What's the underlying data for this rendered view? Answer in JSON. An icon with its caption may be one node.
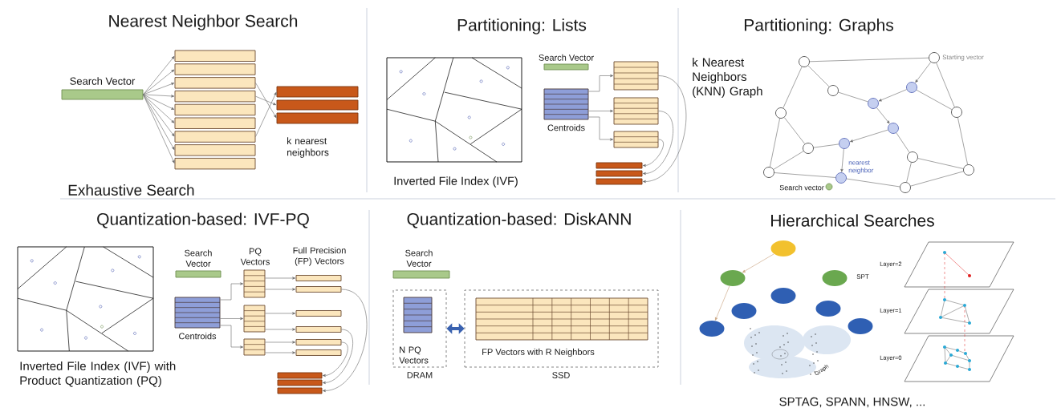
{
  "diagram": {
    "nodes": [
      {
        "text": [
          "Search Vector"
        ]
      },
      {
        "text": [],
        "shape": "bar"
      },
      {
        "text": [],
        "shape": "bar"
      },
      {
        "text": [],
        "shape": "bar"
      },
      {
        "text": [],
        "shape": "bar"
      },
      {
        "text": [],
        "shape": "bar"
      },
      {
        "text": [],
        "shape": "bar"
      },
      {
        "text": [],
        "shape": "bar"
      },
      {
        "text": [],
        "shape": "bar"
      },
      {
        "text": [],
        "shape": "bar"
      },
      {
        "text": [],
        "shape": "bar"
      },
      {
        "text": [],
        "shape": "bar"
      },
      {
        "text": [],
        "shape": "bar",
        "beside": [
          "k nearest neighbors"
        ]
      },
      {
        "text": [
          "Search Vector"
        ]
      },
      {
        "text": [
          "Centroids"
        ]
      },
      {
        "text": [],
        "shape": "box"
      },
      {
        "text": [],
        "shape": "box"
      },
      {
        "text": [],
        "shape": "box"
      },
      {
        "text": [],
        "shape": "bar"
      },
      {
        "text": [],
        "shape": "bar"
      },
      {
        "text": [],
        "shape": "bar"
      },
      {
        "text": [],
        "shape": "circle"
      },
      {
        "text": [],
        "shape": "circle",
        "beside": [
          "Starting vector"
        ]
      },
      {
        "text": [],
        "shape": "circle"
      },
      {
        "text": [],
        "shape": "circle"
      },
      {
        "text": [],
        "shape": "circle"
      },
      {
        "text": [],
        "shape": "circle"
      },
      {
        "text": [],
        "shape": "circle"
      },
      {
        "text": [],
        "shape": "circle"
      },
      {
        "text": [],
        "shape": "circle"
      },
      {
        "text": [],
        "shape": "circle"
      },
      {
        "text": [],
        "shape": "circle"
      },
      {
        "text": [],
        "shape": "circle"
      },
      {
        "text": [],
        "shape": "circle"
      },
      {
        "text": [],
        "shape": "circle",
        "beside": [
          "nearest neighbor"
        ]
      },
      {
        "text": [],
        "shape": "circle"
      },
      {
        "text": [
          "Search vector"
        ]
      },
      {
        "text": [
          "Search Vector"
        ]
      },
      {
        "text": [
          "Centroids"
        ]
      },
      {
        "text": [],
        "shape": "box"
      },
      {
        "text": [],
        "shape": "box"
      },
      {
        "text": [],
        "shape": "box"
      },
      {
        "text": [],
        "shape": "bar"
      },
      {
        "text": [],
        "shape": "bar"
      },
      {
        "text": [],
        "shape": "bar"
      },
      {
        "text": [],
        "shape": "bar"
      },
      {
        "text": [],
        "shape": "bar"
      },
      {
        "text": [],
        "shape": "bar"
      },
      {
        "text": [],
        "shape": "bar"
      },
      {
        "text": [],
        "shape": "bar"
      },
      {
        "text": [],
        "shape": "bar"
      },
      {
        "text": [
          "Search Vector"
        ]
      },
      {
        "text": [
          "N PQ Vectors",
          "DRAM"
        ]
      },
      {
        "text": [],
        "shape": "box",
        "in": 52
      },
      {
        "text": [
          "FP Vectors with R Neighbors",
          "SSD"
        ]
      },
      {
        "text": [],
        "shape": "box",
        "in": 54
      },
      {
        "text": [],
        "shape": "ellipse"
      },
      {
        "text": [],
        "shape": "ellipse"
      },
      {
        "text": [],
        "shape": "ellipse"
      },
      {
        "text": [],
        "shape": "ellipse"
      },
      {
        "text": [],
        "shape": "ellipse"
      },
      {
        "text": [],
        "shape": "ellipse"
      },
      {
        "text": [],
        "shape": "ellipse"
      },
      {
        "text": [],
        "shape": "ellipse"
      }
    ],
    "edges": [
      {
        "from": 0,
        "to": 1,
        "arrow": "to"
      },
      {
        "from": 0,
        "to": 2,
        "arrow": "to"
      },
      {
        "from": 0,
        "to": 3,
        "arrow": "to"
      },
      {
        "from": 0,
        "to": 4,
        "arrow": "to"
      },
      {
        "from": 0,
        "to": 5,
        "arrow": "to"
      },
      {
        "from": 0,
        "to": 6,
        "arrow": "to"
      },
      {
        "from": 0,
        "to": 7,
        "arrow": "to"
      },
      {
        "from": 0,
        "to": 8,
        "arrow": "to"
      },
      {
        "from": 0,
        "to": 9,
        "arrow": "to"
      },
      {
        "from": 3,
        "to": 12,
        "arrow": "to"
      },
      {
        "from": 4,
        "to": 11,
        "arrow": "to"
      },
      {
        "from": 7,
        "to": 10,
        "arrow": "to"
      },
      {
        "from": 14,
        "to": 15,
        "arrow": "to"
      },
      {
        "from": 14,
        "to": 16,
        "arrow": "to"
      },
      {
        "from": 14,
        "to": 17,
        "arrow": "to"
      },
      {
        "from": 15,
        "to": 20,
        "arrow": "to"
      },
      {
        "from": 16,
        "to": 19,
        "arrow": "to"
      },
      {
        "from": 17,
        "to": 18,
        "arrow": "to"
      },
      {
        "from": 21,
        "to": 22,
        "arrow": "none"
      },
      {
        "from": 21,
        "to": 23,
        "arrow": "none"
      },
      {
        "from": 21,
        "to": 26,
        "arrow": "none"
      },
      {
        "from": 22,
        "to": 24,
        "arrow": "to"
      },
      {
        "from": 22,
        "to": 27,
        "arrow": "none"
      },
      {
        "from": 24,
        "to": 25,
        "arrow": "to"
      },
      {
        "from": 23,
        "to": 25,
        "arrow": "none"
      },
      {
        "from": 24,
        "to": 27,
        "arrow": "none"
      },
      {
        "from": 25,
        "to": 28,
        "arrow": "to"
      },
      {
        "from": 28,
        "to": 29,
        "arrow": "to"
      },
      {
        "from": 29,
        "to": 34,
        "arrow": "to"
      },
      {
        "from": 29,
        "to": 30,
        "arrow": "none"
      },
      {
        "from": 30,
        "to": 26,
        "arrow": "none"
      },
      {
        "from": 26,
        "to": 32,
        "arrow": "none"
      },
      {
        "from": 32,
        "to": 30,
        "arrow": "none"
      },
      {
        "from": 28,
        "to": 31,
        "arrow": "none"
      },
      {
        "from": 31,
        "to": 35,
        "arrow": "none"
      },
      {
        "from": 31,
        "to": 33,
        "arrow": "none"
      },
      {
        "from": 27,
        "to": 33,
        "arrow": "none"
      },
      {
        "from": 33,
        "to": 35,
        "arrow": "none"
      },
      {
        "from": 32,
        "to": 34,
        "arrow": "none"
      },
      {
        "from": 34,
        "to": 35,
        "arrow": "none"
      },
      {
        "from": 38,
        "to": 39,
        "arrow": "to"
      },
      {
        "from": 38,
        "to": 40,
        "arrow": "to"
      },
      {
        "from": 38,
        "to": 41,
        "arrow": "to"
      },
      {
        "from": 39,
        "to": 42,
        "arrow": "to"
      },
      {
        "from": 39,
        "to": 43,
        "arrow": "to"
      },
      {
        "from": 40,
        "to": 44,
        "arrow": "to"
      },
      {
        "from": 40,
        "to": 45,
        "arrow": "to"
      },
      {
        "from": 41,
        "to": 46,
        "arrow": "to"
      },
      {
        "from": 41,
        "to": 47,
        "arrow": "to"
      },
      {
        "from": 43,
        "to": 50,
        "arrow": "to"
      },
      {
        "from": 45,
        "to": 49,
        "arrow": "to"
      },
      {
        "from": 46,
        "to": 48,
        "arrow": "to"
      },
      {
        "from": 52,
        "to": 54,
        "arrow": "both",
        "style": "thick",
        "color": "#3a62b0"
      },
      {
        "from": 56,
        "to": 57,
        "arrow": "to",
        "color": "#c8a07a"
      },
      {
        "from": 57,
        "to": 62,
        "arrow": "to",
        "color": "#c8a07a"
      }
    ],
    "labels": [
      "Nearest Neighbor Search",
      "Exhaustive Search",
      "Partitioning: Lists",
      "Inverted File Index (IVF)",
      "Partitioning: Graphs",
      "k Nearest Neighbors (KNN) Graph",
      "Quantization-based: IVF-PQ",
      "PQ Vectors",
      "Full Precision (FP) Vectors",
      "Inverted File Index (IVF) with Product Quantization (PQ)",
      "Quantization-based: DiskANN",
      "Hierarchical Searches",
      "SPT",
      "Graph",
      "Layer=2",
      "Layer=1",
      "Layer=0",
      "SPTAG, SPANN, HNSW, ..."
    ]
  }
}
